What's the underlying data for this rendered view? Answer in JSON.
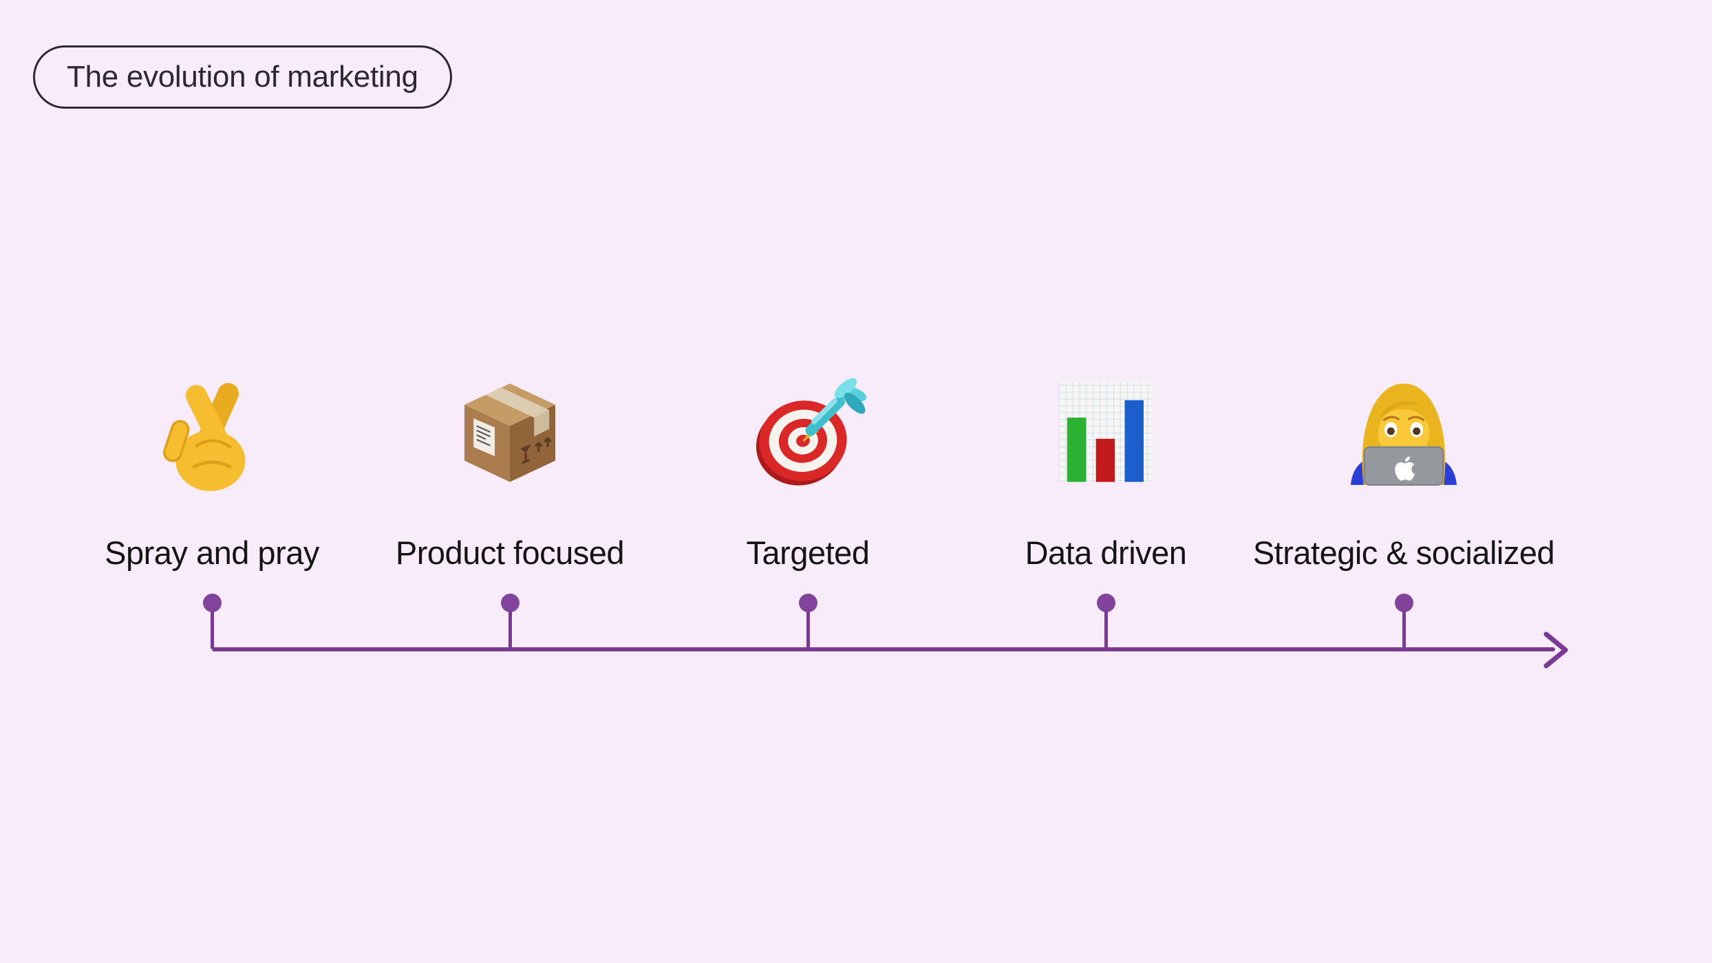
{
  "colors": {
    "bg": "#f8ecfb",
    "line": "#7a3a94",
    "dot": "#82439c",
    "title": "#2b2733",
    "label": "#141414"
  },
  "header": {
    "title": "The evolution of marketing"
  },
  "timeline": {
    "direction": "left-to-right-arrow",
    "stages": [
      {
        "label": "Spray and pray",
        "icon": "crossed-fingers-icon"
      },
      {
        "label": "Product focused",
        "icon": "package-box-icon"
      },
      {
        "label": "Targeted",
        "icon": "dart-target-icon"
      },
      {
        "label": "Data driven",
        "icon": "bar-chart-icon"
      },
      {
        "label": "Strategic & socialized",
        "icon": "woman-technologist-icon"
      }
    ]
  }
}
